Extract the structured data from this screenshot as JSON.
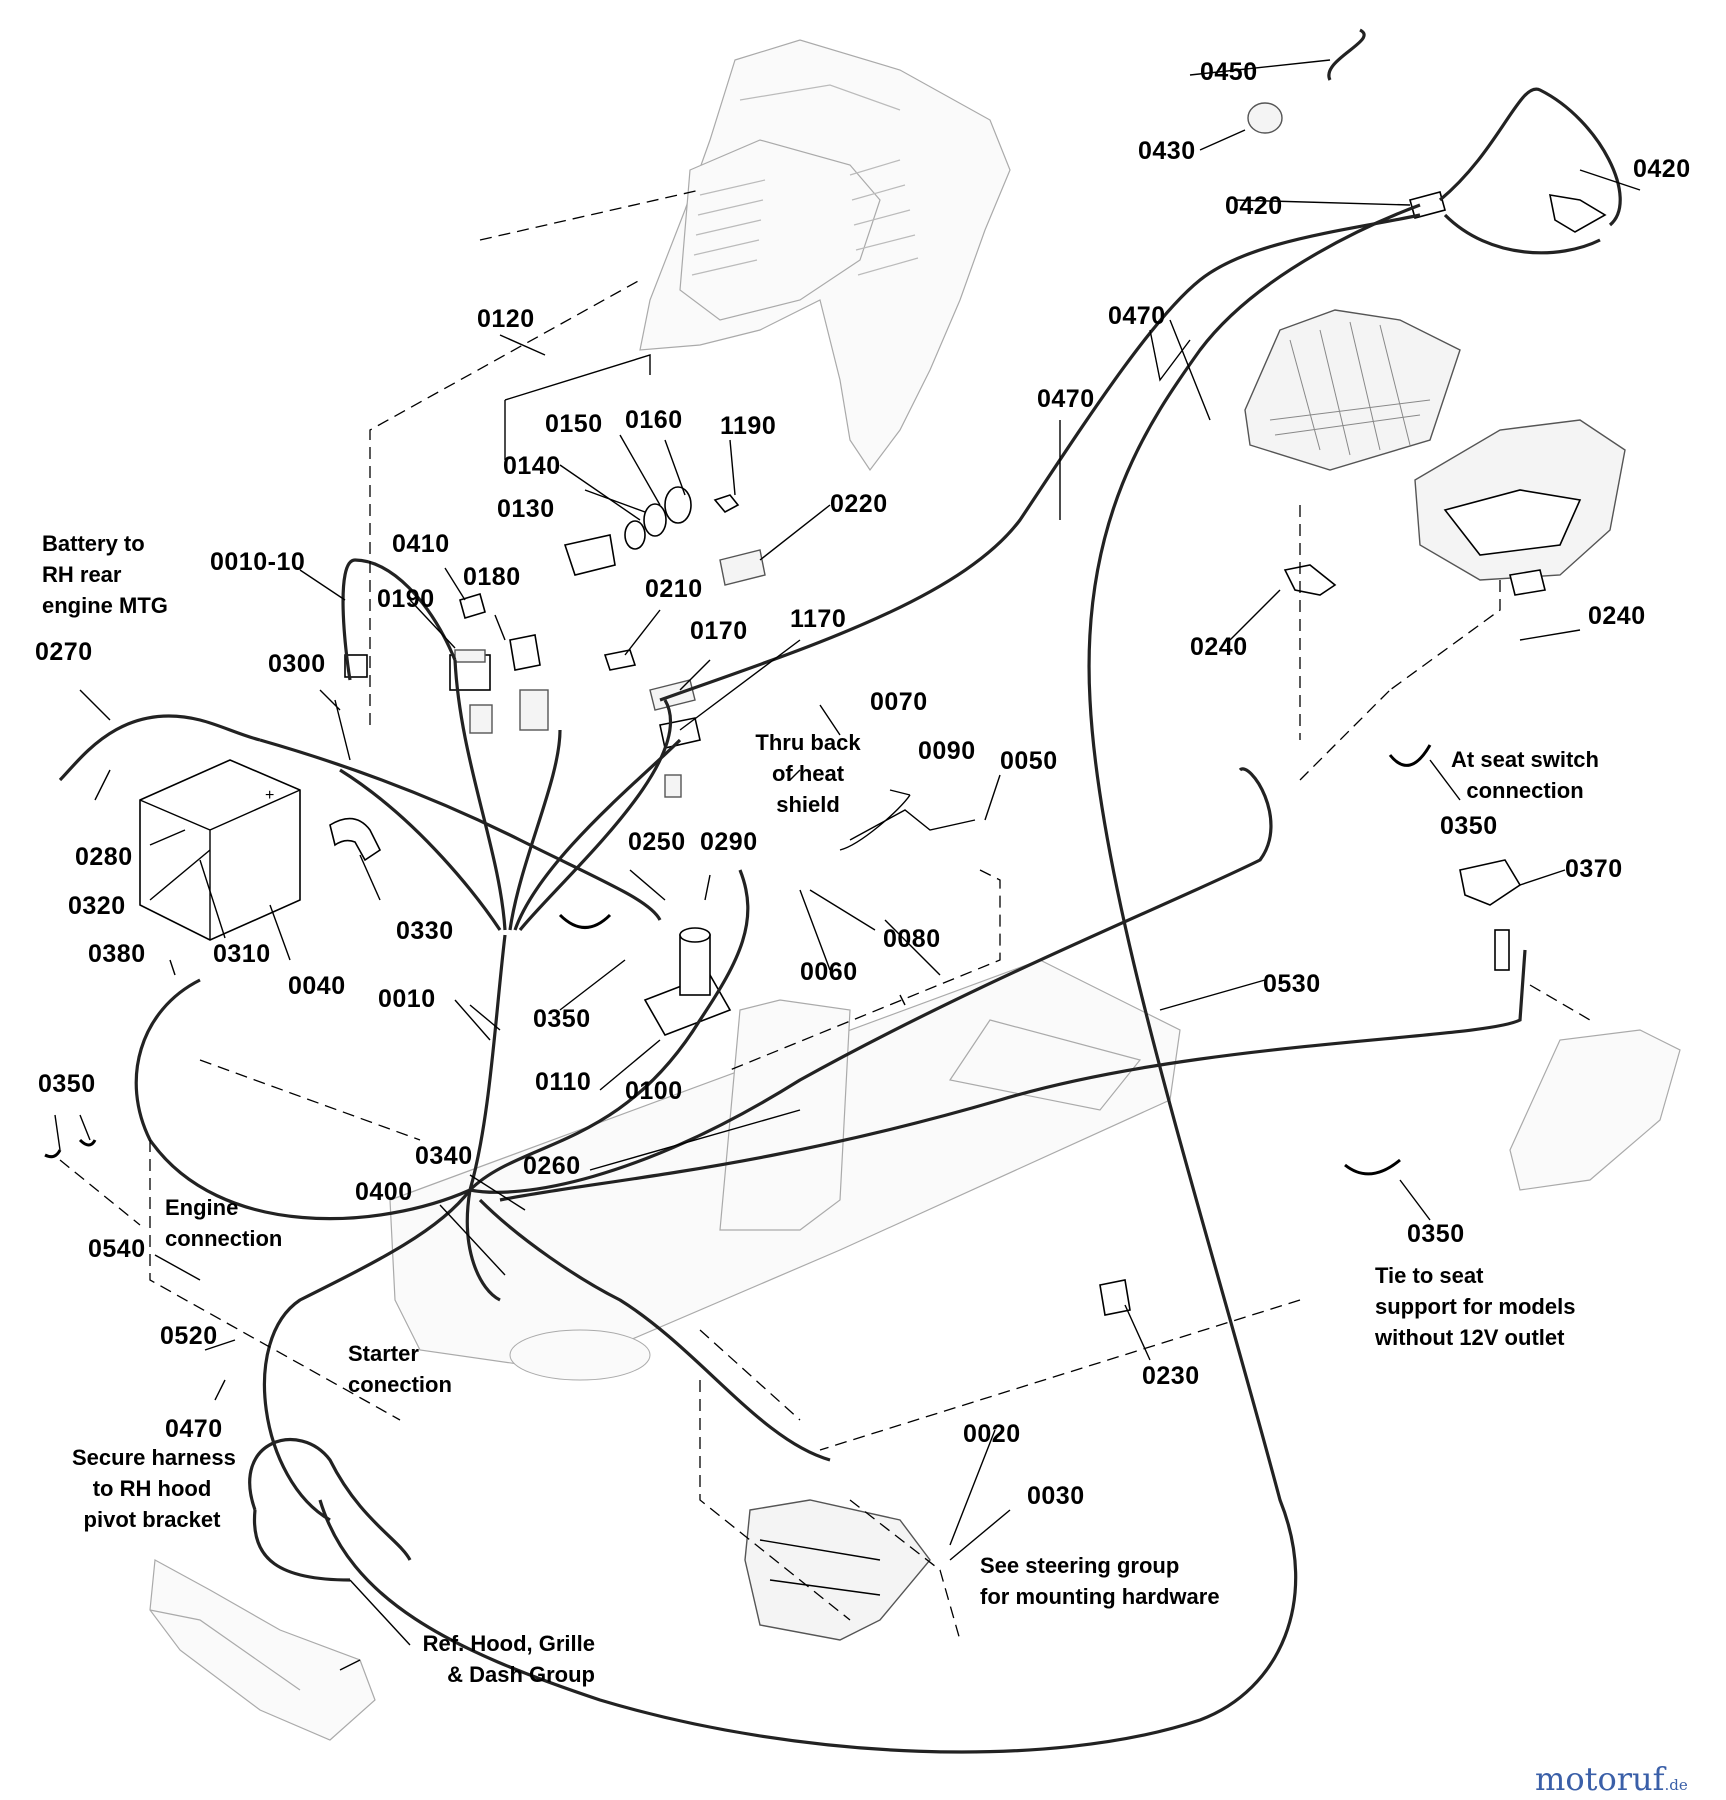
{
  "callouts": {
    "c0010_10": "0010-10",
    "c0010": "0010",
    "c0020": "0020",
    "c0030": "0030",
    "c0040": "0040",
    "c0050": "0050",
    "c0060": "0060",
    "c0070": "0070",
    "c0080": "0080",
    "c0090": "0090",
    "c0100": "0100",
    "c0110": "0110",
    "c0120": "0120",
    "c0130": "0130",
    "c0140": "0140",
    "c0150": "0150",
    "c0160": "0160",
    "c0170": "0170",
    "c0180": "0180",
    "c0190": "0190",
    "c0210": "0210",
    "c0220": "0220",
    "c0230": "0230",
    "c0240a": "0240",
    "c0240b": "0240",
    "c0250": "0250",
    "c0260": "0260",
    "c0270": "0270",
    "c0280": "0280",
    "c0290": "0290",
    "c0300": "0300",
    "c0310": "0310",
    "c0320": "0320",
    "c0330": "0330",
    "c0340": "0340",
    "c0350a": "0350",
    "c0350b": "0350",
    "c0350c": "0350",
    "c0350d": "0350",
    "c0370": "0370",
    "c0380": "0380",
    "c0400": "0400",
    "c0410": "0410",
    "c0420a": "0420",
    "c0420b": "0420",
    "c0430": "0430",
    "c0450": "0450",
    "c0470a": "0470",
    "c0470b": "0470",
    "c0470c": "0470",
    "c0520": "0520",
    "c0530": "0530",
    "c0540": "0540",
    "c1170": "1170",
    "c1190": "1190"
  },
  "notes": {
    "battery": [
      "Battery to",
      "RH rear",
      "engine MTG"
    ],
    "heat_shield": [
      "Thru back",
      "of heat",
      "shield"
    ],
    "seat_switch": [
      "At seat switch",
      "connection"
    ],
    "engine": [
      "Engine",
      "connection"
    ],
    "starter": [
      "Starter",
      "conection"
    ],
    "secure": [
      "Secure harness",
      "to RH hood",
      "pivot bracket"
    ],
    "steering": [
      "See steering group",
      "for mounting hardware"
    ],
    "hood": [
      "Ref. Hood, Grille",
      "& Dash Group"
    ],
    "tie": [
      "Tie to seat",
      "support for models",
      "without 12V outlet"
    ]
  },
  "watermark": {
    "main": "motoruf",
    "suffix": ".de"
  }
}
